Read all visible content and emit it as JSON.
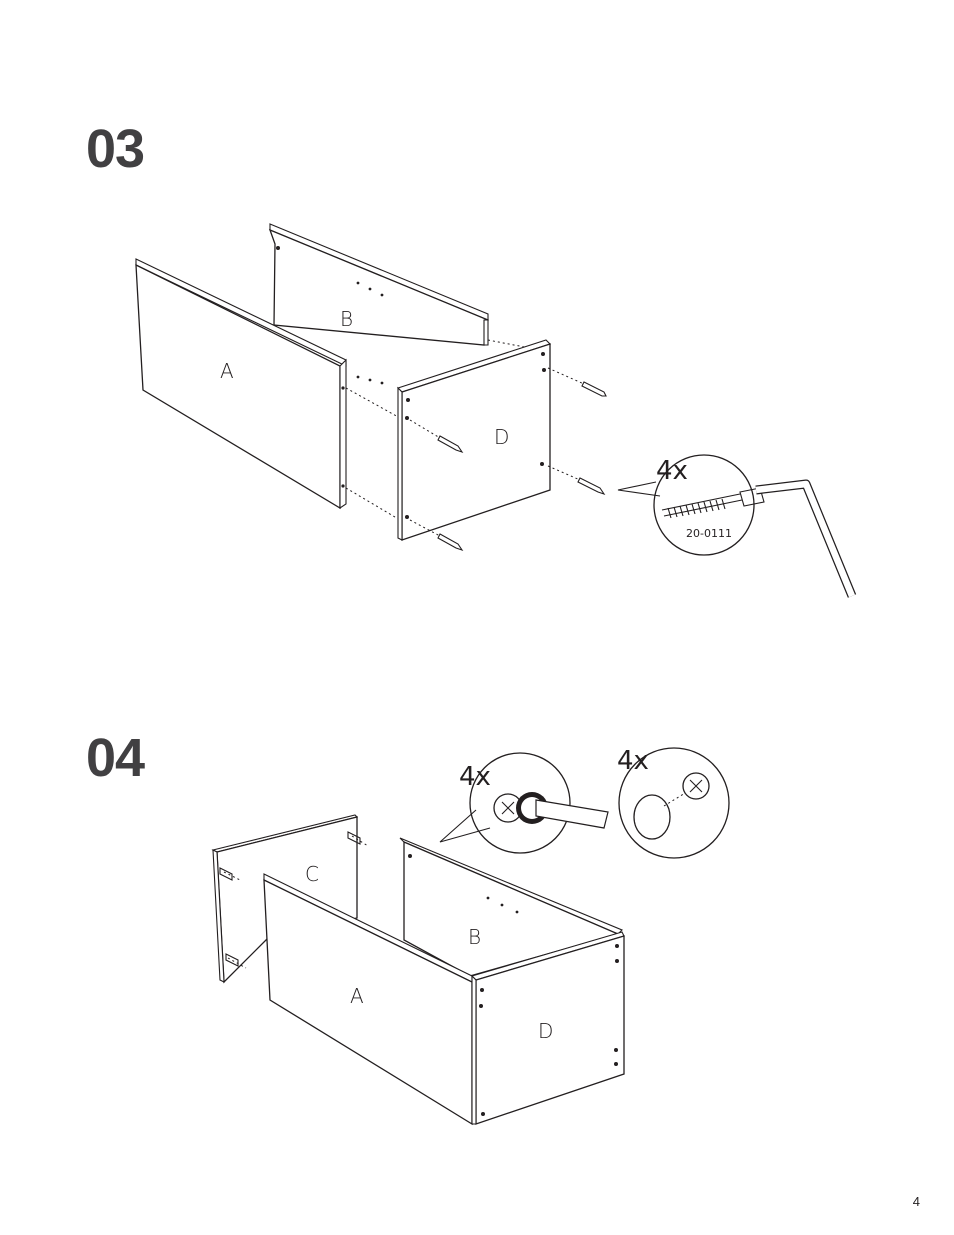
{
  "steps": [
    {
      "number": "03",
      "panels": {
        "a": "A",
        "b": "B",
        "d": "D"
      },
      "callout": {
        "quantity": "4x",
        "part_code": "20-0111"
      }
    },
    {
      "number": "04",
      "panels": {
        "a": "A",
        "b": "B",
        "c": "C",
        "d": "D"
      },
      "callouts": [
        {
          "quantity": "4x",
          "icon": "cam-lock-screwdriver-icon"
        },
        {
          "quantity": "4x",
          "icon": "cover-cap-icon"
        }
      ]
    }
  ],
  "page_number": "4",
  "colors": {
    "ink": "#231f20",
    "step_number": "#414042",
    "background": "#ffffff"
  }
}
